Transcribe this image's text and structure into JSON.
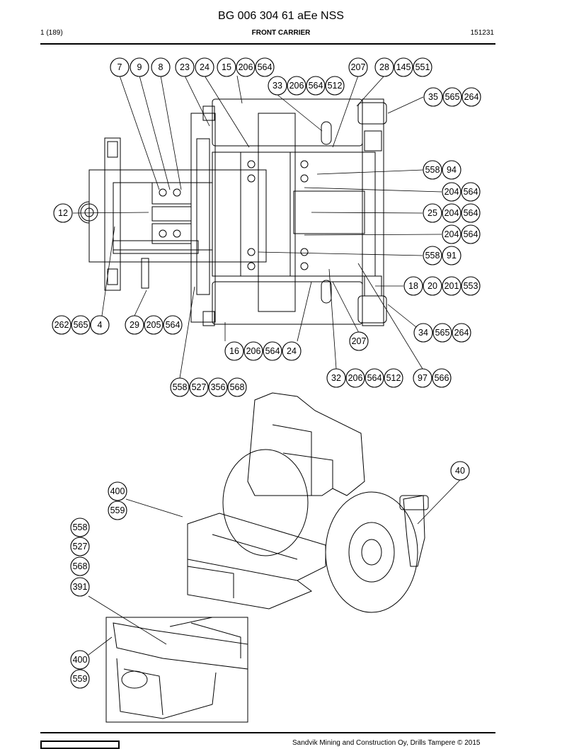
{
  "header": {
    "title": "BG 006 304 61 aEe NSS",
    "page_ref": "1 (189)",
    "section": "FRONT CARRIER",
    "code": "151231"
  },
  "footer": {
    "copyright": "Sandvik Mining and Construction Oy, Drills Tampere © 2015"
  },
  "callout_groups": [
    [
      "7"
    ],
    [
      "9"
    ],
    [
      "8"
    ],
    [
      "23"
    ],
    [
      "24"
    ],
    [
      "15",
      "206",
      "564"
    ],
    [
      "207"
    ],
    [
      "28",
      "145",
      "551"
    ],
    [
      "33",
      "206",
      "564",
      "512"
    ],
    [
      "35",
      "565",
      "264"
    ],
    [
      "558",
      "94"
    ],
    [
      "204",
      "564"
    ],
    [
      "12"
    ],
    [
      "25",
      "204",
      "564"
    ],
    [
      "204",
      "564"
    ],
    [
      "558",
      "91"
    ],
    [
      "18",
      "20",
      "201",
      "553"
    ],
    [
      "262",
      "565",
      "4"
    ],
    [
      "29",
      "205",
      "564"
    ],
    [
      "34",
      "565",
      "264"
    ],
    [
      "207"
    ],
    [
      "16",
      "206",
      "564",
      "24"
    ],
    [
      "32",
      "206",
      "564",
      "512"
    ],
    [
      "97",
      "566"
    ],
    [
      "558",
      "527",
      "356",
      "568"
    ],
    [
      "40"
    ],
    [
      "400"
    ],
    [
      "559"
    ],
    [
      "558"
    ],
    [
      "527"
    ],
    [
      "568"
    ],
    [
      "391"
    ],
    [
      "400"
    ],
    [
      "559"
    ]
  ]
}
